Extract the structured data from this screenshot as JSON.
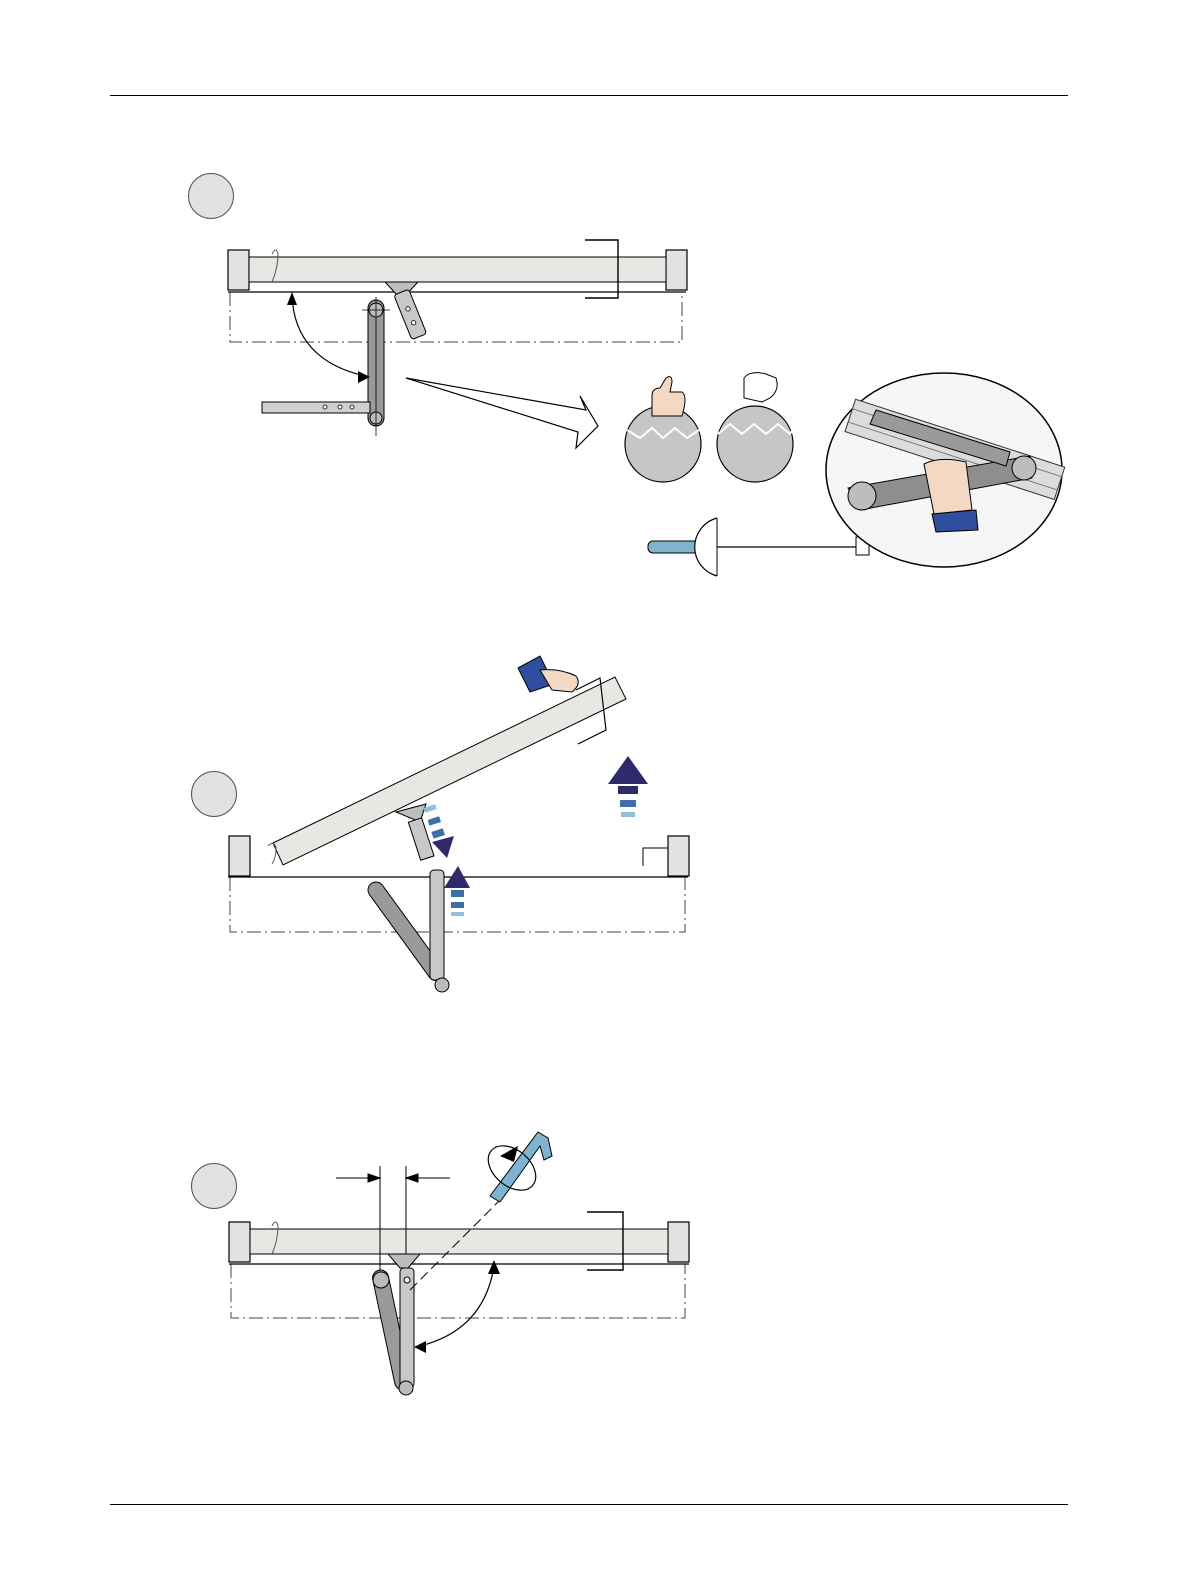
{
  "page": {
    "background": "#ffffff",
    "line_color": "#000000"
  },
  "steps": [
    {
      "id": 1,
      "badge_color": "#e2e2e2"
    },
    {
      "id": 2,
      "badge_color": "#e2e2e2"
    },
    {
      "id": 3,
      "badge_color": "#e2e2e2"
    }
  ],
  "colors": {
    "track_fill": "#e6e8e3",
    "arm_fill": "#9a9a9a",
    "arm_light": "#c8c8c8",
    "sleeve_blue": "#2f4f9e",
    "arrow_dark": "#2e2a6b",
    "arrow_mid": "#3d6fa8",
    "arrow_light": "#8fc0dc",
    "wrench_blue": "#7fb3cf",
    "indicator_gray": "#b0b0b0"
  },
  "icons": [
    "thumbs-up-icon",
    "thumbs-down-icon",
    "torque-wrench-icon",
    "hex-key-icon",
    "rotation-arrow-icon",
    "hand-icon"
  ]
}
